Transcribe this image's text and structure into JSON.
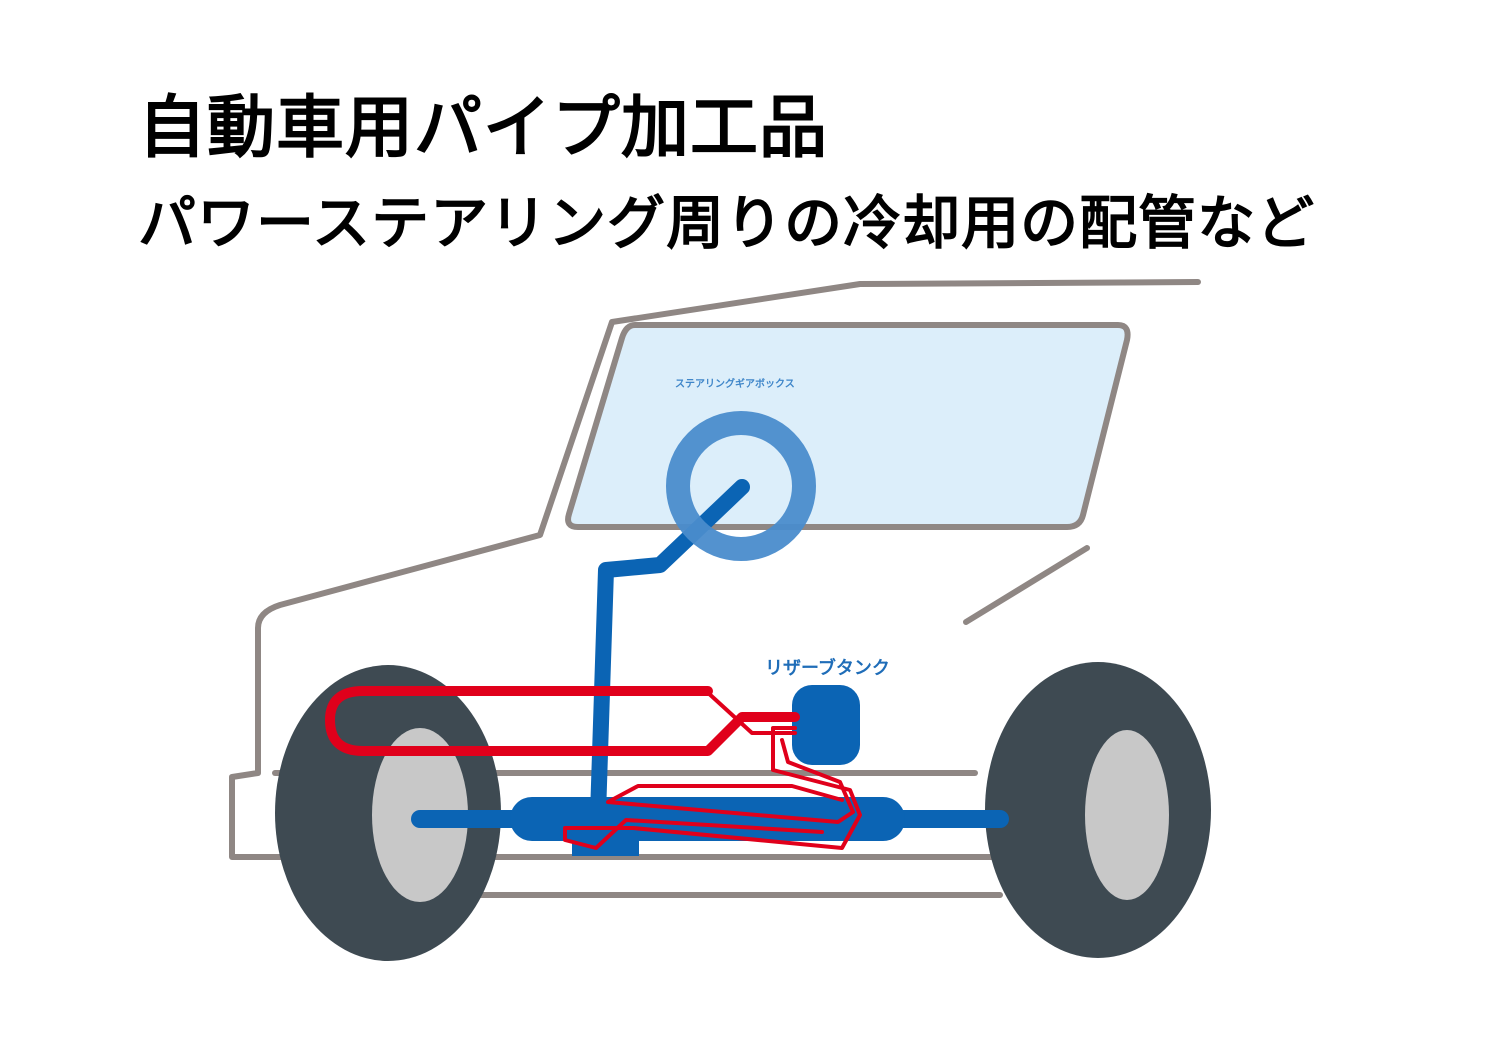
{
  "title": "自動車用パイプ加工品",
  "subtitle": "パワーステアリング周りの冷却用の配管など",
  "labels": {
    "steering_gearbox": "ステアリングギアボックス",
    "reservoir_tank": "リザーブタンク"
  },
  "colors": {
    "car_outline": "#8f8784",
    "window_fill": "#dceefa",
    "steering_blue": "#0b64b4",
    "steering_wheel": "#4a8ccc",
    "cooling_pipe_red": "#e0001b",
    "tire": "#3e4a52",
    "wheel_hub": "#c8c8c8"
  }
}
